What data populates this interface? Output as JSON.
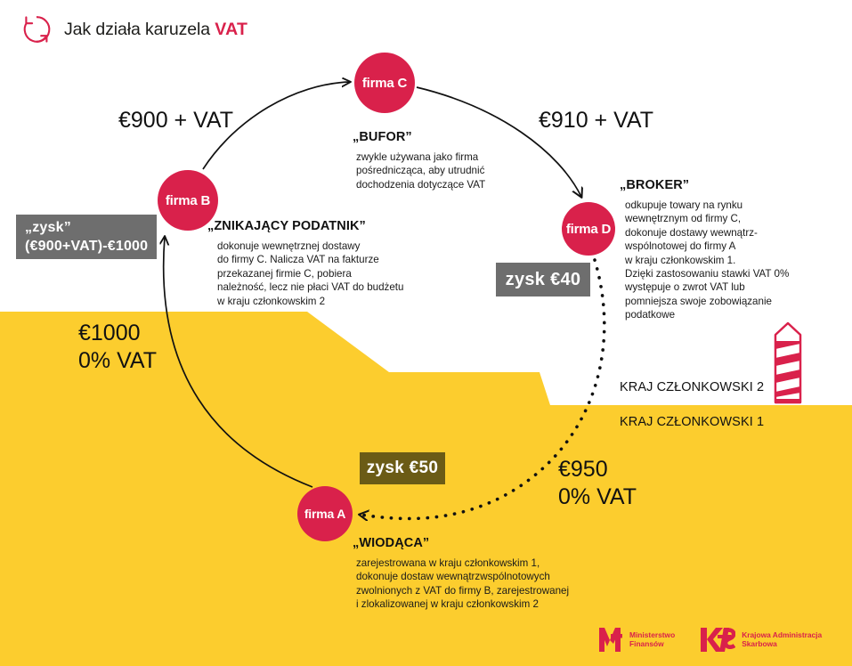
{
  "header": {
    "title_plain": "Jak działa karuzela ",
    "title_accent": "VAT",
    "icon": "circular-arrow-icon"
  },
  "colors": {
    "crimson": "#D9214B",
    "yellow": "#FCCD2E",
    "gray_chip": "#6E6E6E",
    "olive_chip": "#6B5B16",
    "text": "#1a1a1a"
  },
  "nodes": {
    "a": {
      "label": "firma A"
    },
    "b": {
      "label": "firma B"
    },
    "c": {
      "label": "firma C"
    },
    "d": {
      "label": "firma D"
    }
  },
  "blocks": {
    "bufor": {
      "heading": "„BUFOR”",
      "body": "zwykle używana jako firma\npośrednicząca, aby utrudnić\ndochodzenia dotyczące VAT"
    },
    "znikajacy": {
      "heading": "„ZNIKAJĄCY PODATNIK”",
      "body": "dokonuje wewnętrznej dostawy\ndo firmy C. Nalicza VAT na fakturze\nprzekazanej firmie C, pobiera\nnależność, lecz nie płaci VAT do budżetu\nw kraju członkowskim 2"
    },
    "broker": {
      "heading": "„BROKER”",
      "body": "odkupuje towary na rynku\nwewnętrznym od firmy C,\ndokonuje dostawy wewnątrz-\nwspólnotowej do firmy A\nw kraju członkowskim 1.\nDzięki zastosowaniu stawki VAT 0%\nwystępuje o zwrot VAT lub\npomniejsza swoje zobowiązanie\npodatkowe"
    },
    "wiodaca": {
      "heading": "„WIODĄCA”",
      "body": "zarejestrowana w kraju członkowskim 1,\ndokonuje dostaw wewnątrzwspólnotowych\n zwolnionych z VAT do firmy B, zarejestrowanej\ni zlokalizowanej w kraju członkowskim 2"
    }
  },
  "amounts": {
    "b_to_c": "€900 + VAT",
    "c_to_d": "€910 + VAT",
    "a_to_b": "€1000\n0% VAT",
    "d_to_a": "€950\n0% VAT"
  },
  "profits": {
    "b": "„zysk”\n(€900+VAT)-€1000",
    "d": "zysk €40",
    "a": "zysk €50"
  },
  "countries": {
    "member_state_2": "KRAJ CZŁONKOWSKI 2",
    "member_state_1": "KRAJ CZŁONKOWSKI 1",
    "border_post_icon": "border-post-icon"
  },
  "footer": {
    "logo_mf_mark": "mf-monogram-icon",
    "logo_mf_text": "Ministerstwo\nFinansów",
    "logo_kas_mark": "kas-monogram-icon",
    "logo_kas_text": "Krajowa Administracja\nSkarbowa"
  }
}
